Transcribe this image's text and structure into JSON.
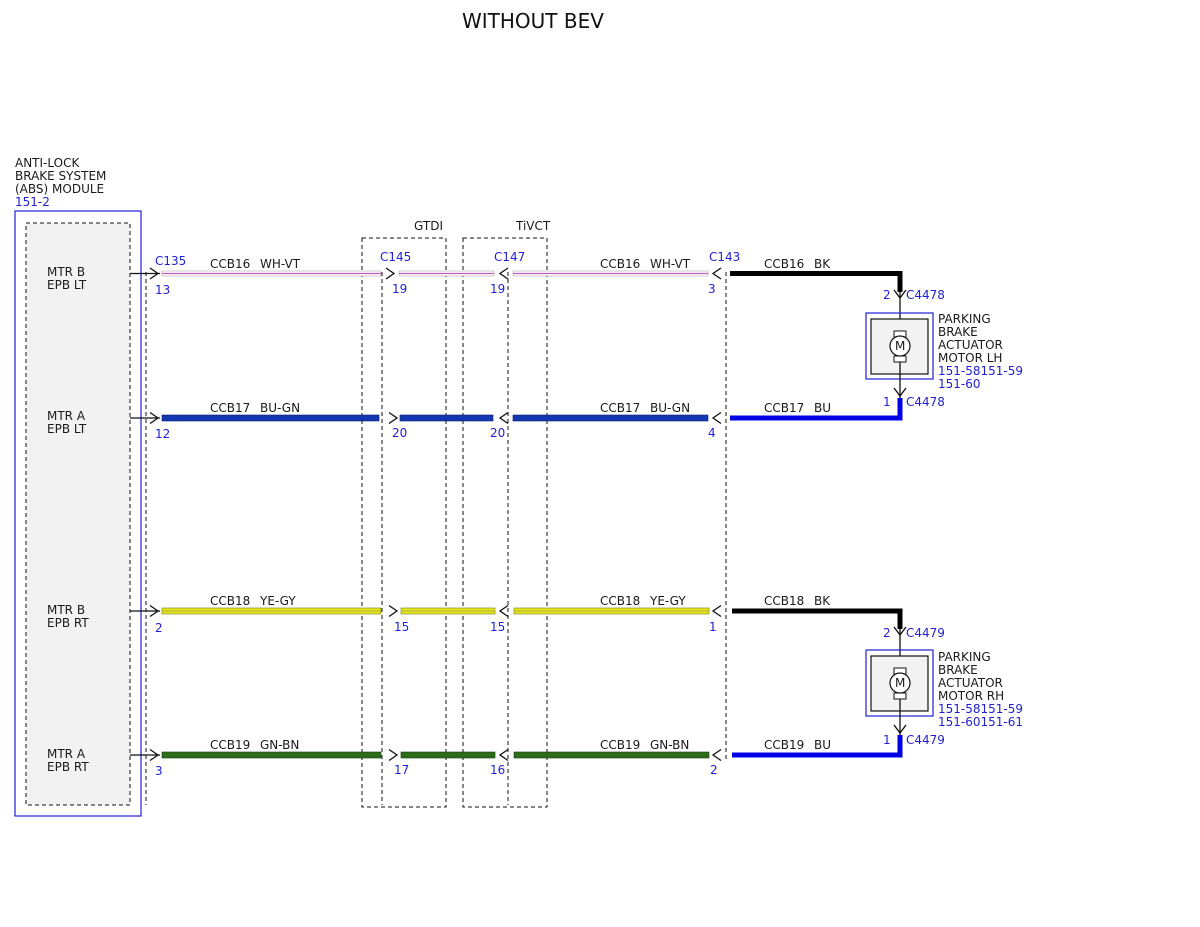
{
  "title": "WITHOUT BEV",
  "colors": {
    "blue_text": "#1f1fd6",
    "black": "#111111",
    "wh_vt_stripe": "#c65bbf",
    "bu_gn": "#1237b0",
    "ye_gy": "#e6e619",
    "gn_bn": "#2e6b1b",
    "bk": "#000000",
    "bu": "#0000e6",
    "module_fill": "#f2f2f2"
  },
  "abs_module": {
    "name_line1": "ANTI-LOCK",
    "name_line2": "BRAKE SYSTEM",
    "name_line3": "(ABS) MODULE",
    "ref": "151-2",
    "connector": "C135",
    "pins": [
      {
        "line1": "MTR B",
        "line2": "EPB LT",
        "pin": "13"
      },
      {
        "line1": "MTR A",
        "line2": "EPB LT",
        "pin": "12"
      },
      {
        "line1": "MTR B",
        "line2": "EPB RT",
        "pin": "2"
      },
      {
        "line1": "MTR A",
        "line2": "EPB RT",
        "pin": "3"
      }
    ]
  },
  "inline_groups": [
    {
      "label": "GTDI",
      "connector": "C145",
      "pins": [
        "19",
        "20",
        "15",
        "17"
      ]
    },
    {
      "label": "TiVCT",
      "connector": "C147",
      "pins": [
        "19",
        "20",
        "15",
        "16"
      ]
    }
  ],
  "connector_c143": {
    "name": "C143",
    "pins": [
      "3",
      "4",
      "1",
      "2"
    ]
  },
  "circuits": [
    {
      "left_circuit": "CCB16",
      "left_color": "WH-VT",
      "right_circuit": "CCB16",
      "right_color": "BK"
    },
    {
      "left_circuit": "CCB17",
      "left_color": "BU-GN",
      "right_circuit": "CCB17",
      "right_color": "BU"
    },
    {
      "left_circuit": "CCB18",
      "left_color": "YE-GY",
      "right_circuit": "CCB18",
      "right_color": "BK"
    },
    {
      "left_circuit": "CCB19",
      "left_color": "GN-BN",
      "right_circuit": "CCB19",
      "right_color": "BU"
    }
  ],
  "motors": [
    {
      "connector": "C4478",
      "pin_top": "2",
      "pin_bottom": "1",
      "name_line1": "PARKING",
      "name_line2": "BRAKE",
      "name_line3": "ACTUATOR",
      "name_line4": "MOTOR LH",
      "ref_line1": "151-58151-59",
      "ref_line2": "151-60",
      "symbol": "M"
    },
    {
      "connector": "C4479",
      "pin_top": "2",
      "pin_bottom": "1",
      "name_line1": "PARKING",
      "name_line2": "BRAKE",
      "name_line3": "ACTUATOR",
      "name_line4": "MOTOR RH",
      "ref_line1": "151-58151-59",
      "ref_line2": "151-60151-61",
      "symbol": "M"
    }
  ]
}
